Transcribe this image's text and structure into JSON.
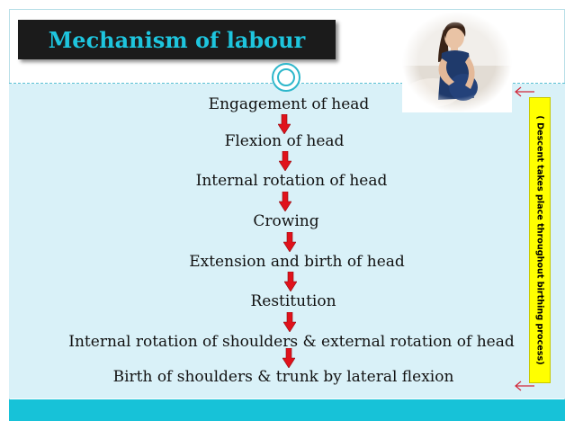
{
  "title": "Mechanism  of  labour",
  "steps": [
    "Engagement of  head",
    "Flexion of head",
    "Internal rotation of head",
    "Crowing",
    "Extension and birth of head",
    "Restitution",
    "Internal rotation of shoulders & external rotation of  head",
    "Birth of shoulders  & trunk by lateral  flexion"
  ],
  "side_note": "( Descent takes place throughout birthing process)",
  "colors": {
    "title_text": "#1ec5de",
    "title_bg": "#1b1b1b",
    "panel": "#d9f1f8",
    "bottom_bar": "#17c2d8",
    "arrow": "#e0121b",
    "side_box": "#ffff00",
    "bracket_arrow": "#d2283a"
  },
  "icons": {
    "flow_arrow": "red-down-arrow-icon",
    "badge": "circle-badge-icon",
    "bracket": "left-arrow-icon"
  }
}
